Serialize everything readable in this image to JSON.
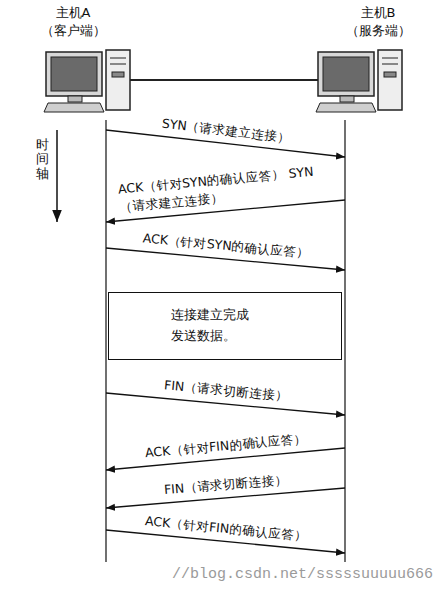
{
  "diagram": {
    "nodes": [
      {
        "text": [
          "主机A",
          "（客户端）"
        ]
      },
      {
        "text": [
          "主机B",
          "（服务端）"
        ]
      },
      {
        "text": [
          "连接建立完成 发送数据。"
        ]
      }
    ],
    "edges": [
      {
        "from": 0,
        "to": 1,
        "arrow": "to",
        "label": "SYN（请求建立连接）"
      },
      {
        "from": 1,
        "to": 0,
        "arrow": "to",
        "label": "ACK（针对SYN的确认应答） SYN（请求建立连接）"
      },
      {
        "from": 0,
        "to": 1,
        "arrow": "to",
        "label": "ACK（针对SYN的确认应答）"
      },
      {
        "from": 0,
        "to": 1,
        "arrow": "to",
        "label": "FIN（请求切断连接）"
      },
      {
        "from": 1,
        "to": 0,
        "arrow": "to",
        "label": "ACK（针对FIN的确认应答）"
      },
      {
        "from": 1,
        "to": 0,
        "arrow": "to",
        "label": "FIN（请求切断连接）"
      },
      {
        "from": 0,
        "to": 1,
        "arrow": "to",
        "label": "ACK（针对FIN的确认应答）"
      }
    ],
    "labels": [
      "时间轴",
      "//blog.csdn.net/sssssuuuuu666"
    ]
  }
}
